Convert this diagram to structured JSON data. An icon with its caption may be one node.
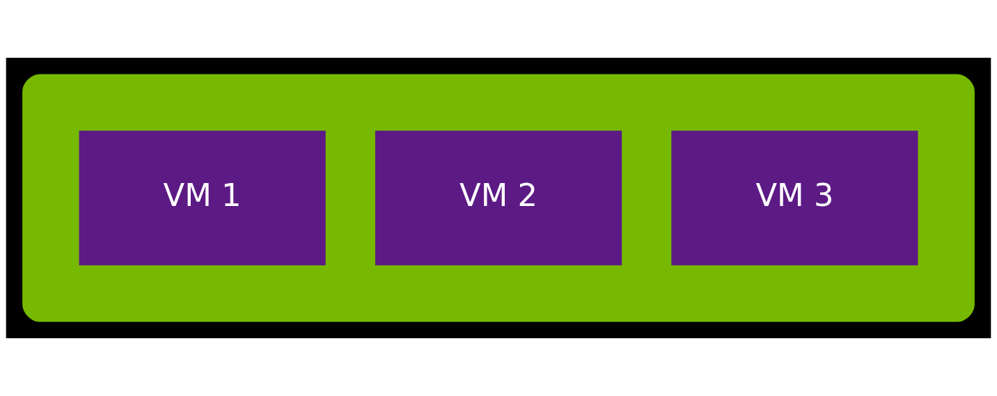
{
  "diagram": {
    "nodes": [
      {
        "text": [],
        "shape": "cloud"
      },
      {
        "text": [
          "VM 1"
        ],
        "in": 0
      },
      {
        "text": [
          "VM 2"
        ],
        "in": 0
      },
      {
        "text": [
          "VM 3"
        ],
        "in": 0
      }
    ]
  }
}
